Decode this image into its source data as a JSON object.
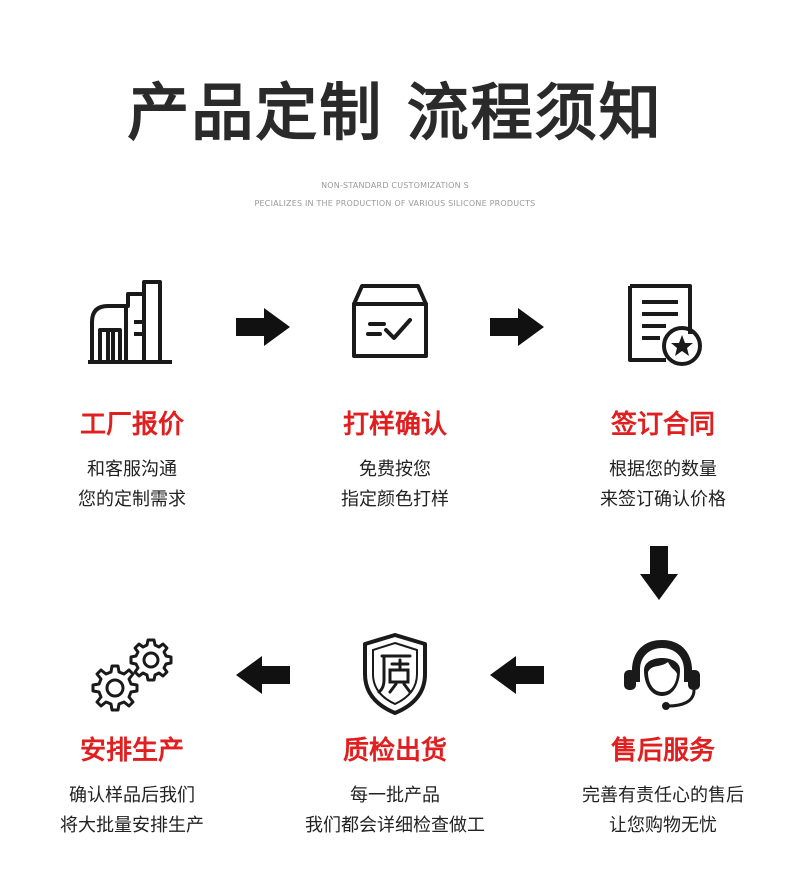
{
  "header": {
    "title": "产品定制  流程须知",
    "subtitle_line1": "NON-STANDARD CUSTOMIZATION S",
    "subtitle_line2": "PECIALIZES IN THE PRODUCTION OF VARIOUS SILICONE PRODUCTS"
  },
  "steps": [
    {
      "title": "工厂报价",
      "desc1": "和客服沟通",
      "desc2": "您的定制需求",
      "icon": "factory-icon"
    },
    {
      "title": "打样确认",
      "desc1": "免费按您",
      "desc2": "指定颜色打样",
      "icon": "box-check-icon"
    },
    {
      "title": "签订合同",
      "desc1": "根据您的数量",
      "desc2": "来签订确认价格",
      "icon": "contract-star-icon"
    },
    {
      "title": "售后服务",
      "desc1": "完善有责任心的售后",
      "desc2": "让您购物无忧",
      "icon": "headset-service-icon"
    },
    {
      "title": "质检出货",
      "desc1": "每一批产品",
      "desc2": "我们都会详细检查做工",
      "icon": "quality-shield-icon"
    },
    {
      "title": "安排生产",
      "desc1": "确认样品后我们",
      "desc2": "将大批量安排生产",
      "icon": "gears-icon"
    }
  ],
  "colors": {
    "accent": "#e02020",
    "text": "#222222",
    "icon": "#1a1a1a"
  }
}
